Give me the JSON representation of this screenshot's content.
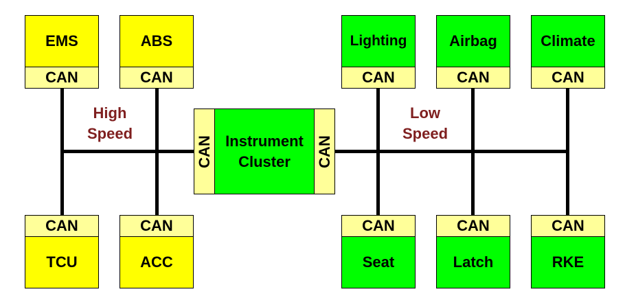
{
  "buses": {
    "high_speed": {
      "line1": "High",
      "line2": "Speed"
    },
    "low_speed": {
      "line1": "Low",
      "line2": "Speed"
    }
  },
  "cluster": {
    "line1": "Instrument",
    "line2": "Cluster",
    "left_can": "CAN",
    "right_can": "CAN"
  },
  "nodes": {
    "ems": {
      "name": "EMS",
      "can": "CAN"
    },
    "abs": {
      "name": "ABS",
      "can": "CAN"
    },
    "tcu": {
      "name": "TCU",
      "can": "CAN"
    },
    "acc": {
      "name": "ACC",
      "can": "CAN"
    },
    "lighting": {
      "name": "Lighting",
      "can": "CAN"
    },
    "airbag": {
      "name": "Airbag",
      "can": "CAN"
    },
    "climate": {
      "name": "Climate",
      "can": "CAN"
    },
    "seat": {
      "name": "Seat",
      "can": "CAN"
    },
    "latch": {
      "name": "Latch",
      "can": "CAN"
    },
    "rke": {
      "name": "RKE",
      "can": "CAN"
    }
  },
  "colors": {
    "high_speed_ecu": "#ffff00",
    "low_speed_ecu": "#00ff00",
    "can_interface": "#ffff99",
    "bus_label": "#7f1f1f"
  }
}
